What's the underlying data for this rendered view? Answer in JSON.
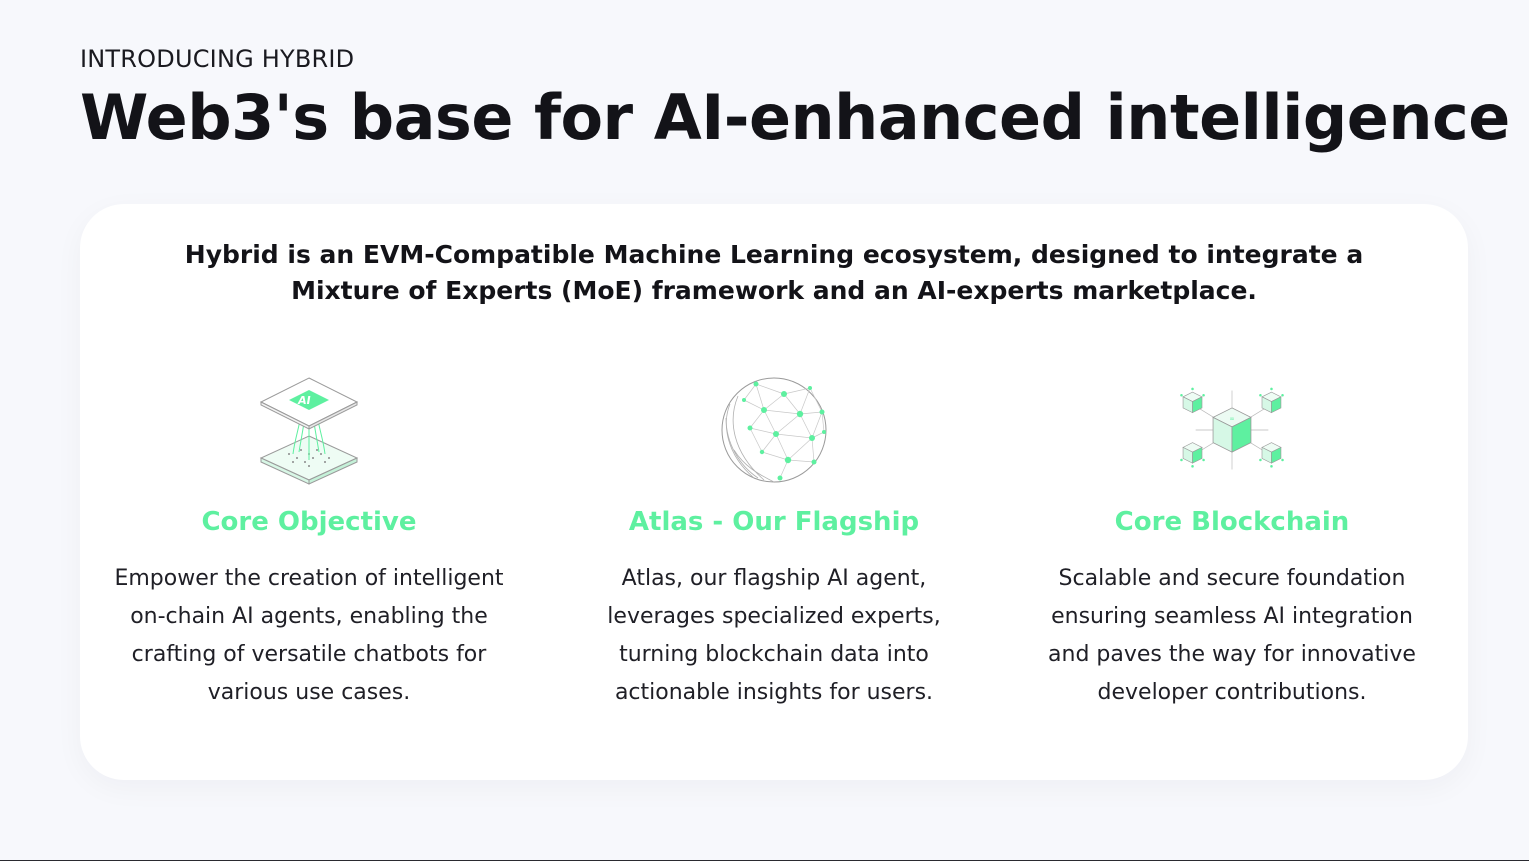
{
  "header": {
    "eyebrow": "INTRODUCING HYBRID",
    "title": "Web3's base for AI-enhanced intelligence"
  },
  "card": {
    "intro": "Hybrid is an EVM-Compatible Machine Learning ecosystem, designed to integrate a Mixture of Experts (MoE) framework and an AI-experts marketplace.",
    "features": [
      {
        "icon": "ai-chip-icon",
        "title": "Core Objective",
        "description": "Empower the creation of intelligent on-chain AI agents, enabling the crafting of versatile chatbots for various use cases."
      },
      {
        "icon": "network-globe-icon",
        "title": "Atlas - Our Flagship",
        "description": "Atlas, our flagship AI agent, leverages specialized experts, turning blockchain data into actionable insights for users."
      },
      {
        "icon": "blockchain-cubes-icon",
        "title": "Core Blockchain",
        "description": "Scalable and secure foundation ensuring seamless AI integration and paves the way for innovative developer contributions."
      }
    ]
  },
  "colors": {
    "accent": "#5ef0a0",
    "background": "#f7f8fc",
    "card": "#ffffff",
    "text": "#131318"
  }
}
